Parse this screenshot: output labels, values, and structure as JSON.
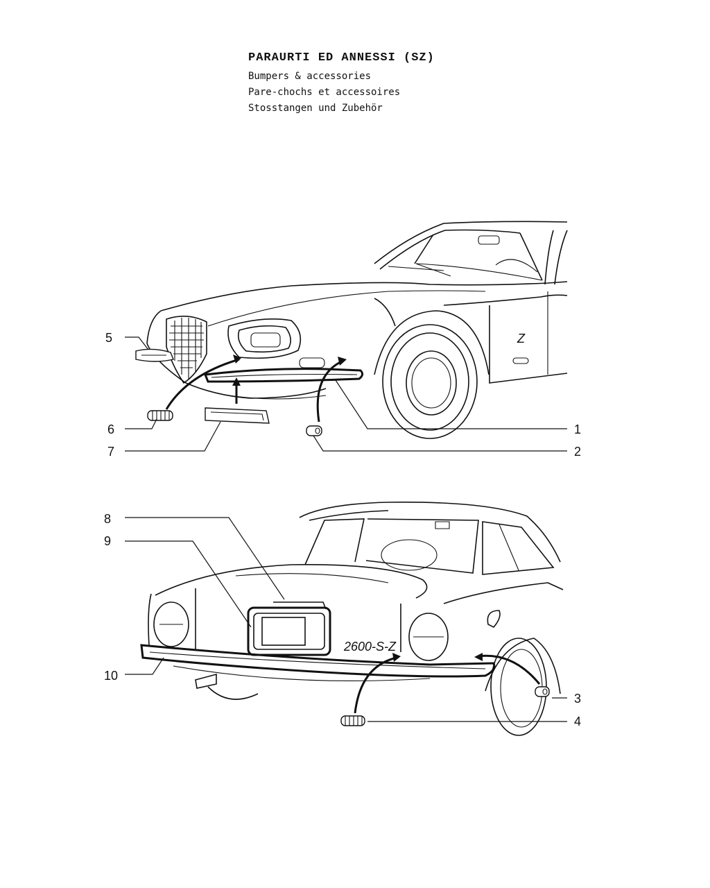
{
  "title": {
    "main": "PARAURTI ED ANNESSI (SZ)",
    "en": "Bumpers & accessories",
    "fr": "Pare-chochs et accessoires",
    "de": "Stosstangen und Zubehör"
  },
  "callouts": {
    "c1": "1",
    "c2": "2",
    "c3": "3",
    "c4": "4",
    "c5": "5",
    "c6": "6",
    "c7": "7",
    "c8": "8",
    "c9": "9",
    "c10": "10"
  },
  "badges": {
    "front_emblem": "Z",
    "rear_script": "2600-S-Z"
  },
  "colors": {
    "ink": "#111111",
    "paper": "#ffffff"
  }
}
